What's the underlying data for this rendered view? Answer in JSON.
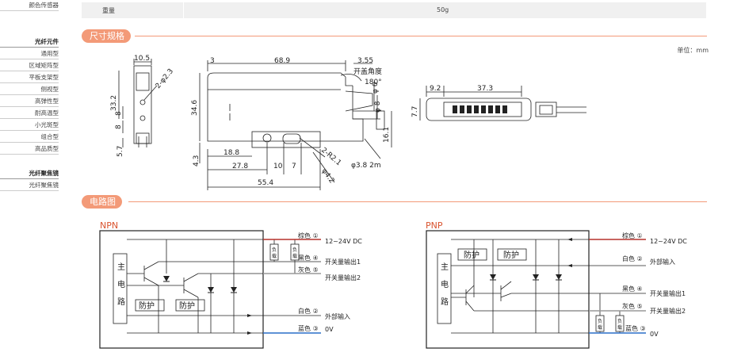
{
  "sidebar": {
    "items_top": [
      "颜色传感器"
    ],
    "group1_title": "光纤元件",
    "group1_items": [
      "通用型",
      "区域矩阵型",
      "平板支架型",
      "侧视型",
      "高弹性型",
      "耐高温型",
      "小光斑型",
      "组合型",
      "高品质型"
    ],
    "group2_title": "光纤聚焦镜",
    "group2_items": [
      "光纤聚焦镜"
    ]
  },
  "spec_row": {
    "label": "重量",
    "value": "50g"
  },
  "dimensions": {
    "title": "尺寸规格",
    "unit": "单位：mm",
    "labels": {
      "d10_5": "10.5",
      "d2_phi2_3": "2-φ2.3",
      "d33_2": "33.2",
      "d8a": "8",
      "d8b": "8",
      "d5_7": "5.7",
      "d3": "3",
      "d68_9": "68.9",
      "d3_55": "3.55",
      "open_angle": "开盖角度",
      "d180": "180°",
      "d34_6": "34.6",
      "d4_3": "4.3",
      "d18_8": "18.8",
      "d27_8": "27.8",
      "d10": "10",
      "d7": "7",
      "d55_4": "55.4",
      "d2_r2_1": "2-R2.1",
      "d_phi4_2": "φ4.2",
      "d_phi6": "φ 6",
      "d_phi8": "φ 8",
      "d16_1": "16.1",
      "d_phi3_8": "φ3.8  2m",
      "d9_2": "9.2",
      "d37_3": "37.3",
      "d7_7": "7.7"
    }
  },
  "circuit": {
    "title": "电路图",
    "npn": {
      "label": "NPN",
      "main_circuit": [
        "主",
        "电",
        "路"
      ],
      "protect": [
        "防护",
        "防护"
      ],
      "load": [
        "负",
        "载"
      ],
      "wires": [
        {
          "color_name": "棕色 ①",
          "desc": "12~24V DC"
        },
        {
          "color_name": "黑色 ④",
          "desc": "开关量输出1"
        },
        {
          "color_name": "灰色 ⑤",
          "desc": "开关量输出2"
        },
        {
          "color_name": "白色 ②",
          "desc": "外部输入"
        },
        {
          "color_name": "蓝色 ③",
          "desc": "0V"
        }
      ]
    },
    "pnp": {
      "label": "PNP",
      "main_circuit": [
        "主",
        "电",
        "路"
      ],
      "protect": [
        "防护",
        "防护"
      ],
      "load": [
        "负",
        "载"
      ],
      "wires": [
        {
          "color_name": "棕色 ①",
          "desc": "12~24V DC"
        },
        {
          "color_name": "白色 ②",
          "desc": "外部输入"
        },
        {
          "color_name": "黑色 ④",
          "desc": "开关量输出1"
        },
        {
          "color_name": "灰色 ⑤",
          "desc": "开关量输出2"
        },
        {
          "color_name": "蓝色 ③",
          "desc": "0V"
        }
      ]
    },
    "colors": {
      "brown": "#b5322b",
      "blue": "#2a6fc9",
      "line": "#222222",
      "gray": "#999999"
    }
  }
}
